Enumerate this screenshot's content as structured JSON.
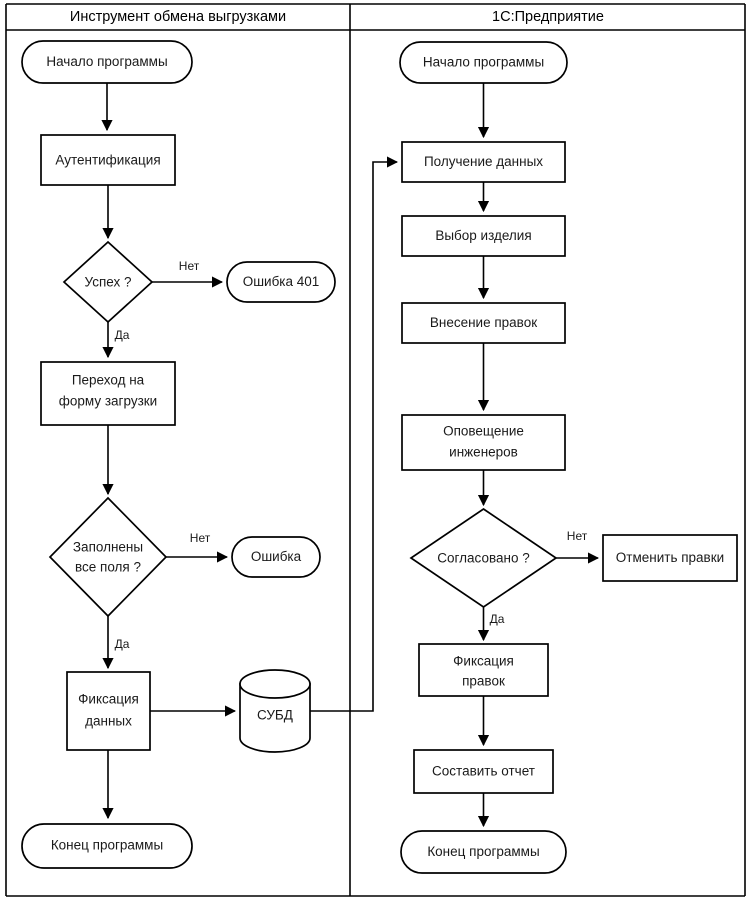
{
  "diagram": {
    "type": "flowchart",
    "title": "",
    "lanes": [
      {
        "id": "lane-left",
        "title": "Инструмент обмена выгрузками"
      },
      {
        "id": "lane-right",
        "title": "1С:Предприятие"
      }
    ],
    "colors": {
      "stroke": "#000000",
      "fill": "#ffffff",
      "text": "#1a1a1a"
    },
    "nodes": [
      {
        "id": "l-start",
        "lane": "lane-left",
        "shape": "terminator",
        "label": "Начало программы"
      },
      {
        "id": "l-auth",
        "lane": "lane-left",
        "shape": "process",
        "label": "Аутентификация"
      },
      {
        "id": "l-success",
        "lane": "lane-left",
        "shape": "decision",
        "label": "Успех ?"
      },
      {
        "id": "l-err401",
        "lane": "lane-left",
        "shape": "terminator",
        "label": "Ошибка 401"
      },
      {
        "id": "l-goto-form",
        "lane": "lane-left",
        "shape": "process",
        "label_line1": "Переход на",
        "label_line2": "форму загрузки"
      },
      {
        "id": "l-fields",
        "lane": "lane-left",
        "shape": "decision",
        "label_line1": "Заполнены",
        "label_line2": "все поля ?"
      },
      {
        "id": "l-error",
        "lane": "lane-left",
        "shape": "terminator",
        "label": "Ошибка"
      },
      {
        "id": "l-commit",
        "lane": "lane-left",
        "shape": "process",
        "label_line1": "Фиксация",
        "label_line2": "данных"
      },
      {
        "id": "l-db",
        "lane": "lane-left",
        "shape": "database",
        "label": "СУБД"
      },
      {
        "id": "l-end",
        "lane": "lane-left",
        "shape": "terminator",
        "label": "Конец программы"
      },
      {
        "id": "r-start",
        "lane": "lane-right",
        "shape": "terminator",
        "label": "Начало программы"
      },
      {
        "id": "r-getdata",
        "lane": "lane-right",
        "shape": "process",
        "label": "Получение данных"
      },
      {
        "id": "r-select",
        "lane": "lane-right",
        "shape": "process",
        "label": "Выбор изделия"
      },
      {
        "id": "r-edit",
        "lane": "lane-right",
        "shape": "process",
        "label": "Внесение правок"
      },
      {
        "id": "r-notify",
        "lane": "lane-right",
        "shape": "process",
        "label_line1": "Оповещение",
        "label_line2": "инженеров"
      },
      {
        "id": "r-approve",
        "lane": "lane-right",
        "shape": "decision",
        "label": "Согласовано ?"
      },
      {
        "id": "r-cancel",
        "lane": "lane-right",
        "shape": "process",
        "label": "Отменить правки"
      },
      {
        "id": "r-fix",
        "lane": "lane-right",
        "shape": "process",
        "label_line1": "Фиксация",
        "label_line2": "правок"
      },
      {
        "id": "r-report",
        "lane": "lane-right",
        "shape": "process",
        "label": "Составить отчет"
      },
      {
        "id": "r-end",
        "lane": "lane-right",
        "shape": "terminator",
        "label": "Конец программы"
      }
    ],
    "edge_labels": {
      "success_no": "Нет",
      "success_yes": "Да",
      "fields_no": "Нет",
      "fields_yes": "Да",
      "approve_no": "Нет",
      "approve_yes": "Да"
    }
  }
}
